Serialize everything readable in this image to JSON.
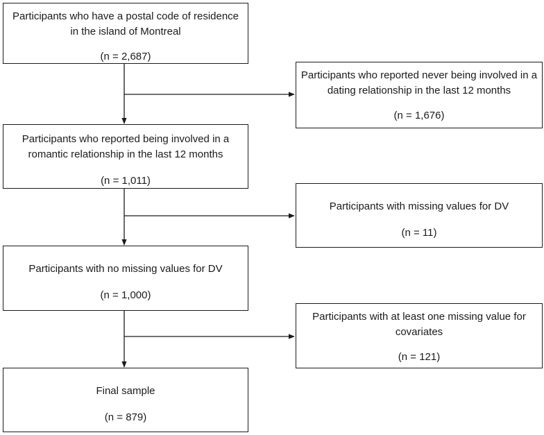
{
  "flowchart": {
    "boxes": [
      {
        "label": "Participants who have a postal code of residence in the island of Montreal",
        "count": "(n = 2,687)"
      },
      {
        "label": "Participants who reported never being involved in a dating relationship in the last 12 months",
        "count": "(n = 1,676)"
      },
      {
        "label": "Participants who reported being involved in a romantic relationship in the last 12 months",
        "count": "(n = 1,011)"
      },
      {
        "label": "Participants with missing values for DV",
        "count": "(n = 11)"
      },
      {
        "label": "Participants with no missing values for DV",
        "count": "(n = 1,000)"
      },
      {
        "label": "Participants with at least one missing value for covariates",
        "count": "(n = 121)"
      },
      {
        "label": "Final sample",
        "count": "(n = 879)"
      }
    ]
  }
}
